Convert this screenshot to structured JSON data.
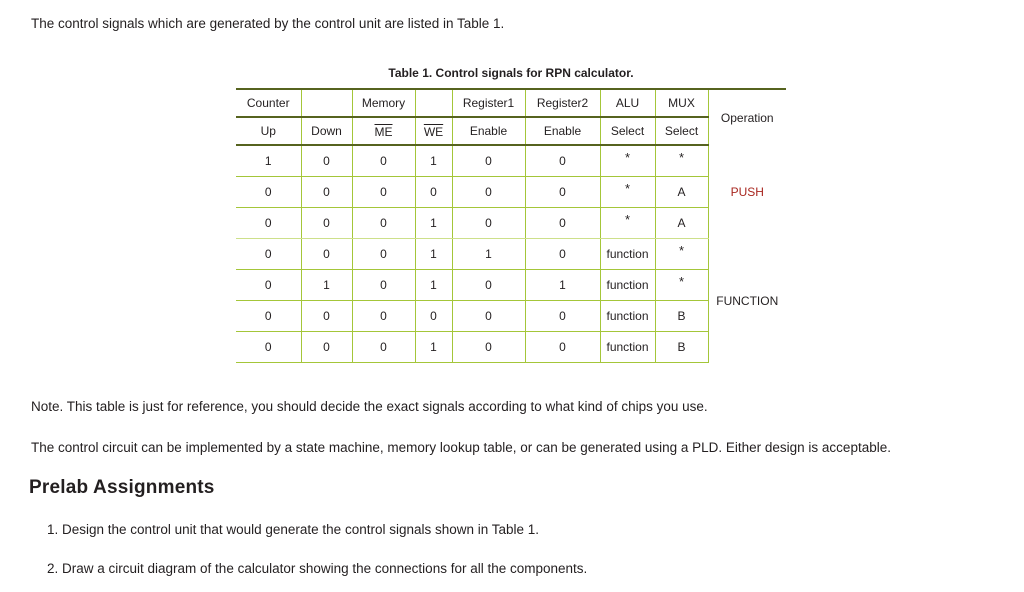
{
  "document": {
    "intro_paragraph": "The control signals which are generated by the control unit are listed in Table 1.",
    "note_paragraph": "Note. This table is just for reference, you should decide the exact signals according to what kind of chips you use.",
    "circuit_paragraph": "The control circuit can be implemented by a state machine, memory lookup table, or can be generated using a PLD. Either design is acceptable.",
    "section": {
      "number": ".",
      "title": "Prelab Assignments"
    },
    "tasks": [
      "1. Design the control unit that would generate the control signals shown in Table 1.",
      "2. Draw a circuit diagram of the calculator showing the connections for all the components."
    ]
  },
  "table": {
    "caption": "Table 1. Control signals for RPN calculator.",
    "header_groups": {
      "counter": "Counter",
      "counter_blank": "",
      "memory": "Memory",
      "memory_blank": "",
      "register1": "Register1",
      "register2": "Register2",
      "alu": "ALU",
      "mux": "MUX",
      "operation": "Operation"
    },
    "header_signals": {
      "up": "Up",
      "down": "Down",
      "me": "ME",
      "we": "WE",
      "reg1_enable": "Enable",
      "reg2_enable": "Enable",
      "alu_select": "Select",
      "mux_select": "Select"
    },
    "rows": [
      {
        "up": "1",
        "down": "0",
        "me": "0",
        "we": "1",
        "reg1": "0",
        "reg2": "0",
        "alu": "*",
        "mux": "*"
      },
      {
        "up": "0",
        "down": "0",
        "me": "0",
        "we": "0",
        "reg1": "0",
        "reg2": "0",
        "alu": "*",
        "mux": "A"
      },
      {
        "up": "0",
        "down": "0",
        "me": "0",
        "we": "1",
        "reg1": "0",
        "reg2": "0",
        "alu": "*",
        "mux": "A"
      },
      {
        "up": "0",
        "down": "0",
        "me": "0",
        "we": "1",
        "reg1": "1",
        "reg2": "0",
        "alu": "function",
        "mux": "*"
      },
      {
        "up": "0",
        "down": "1",
        "me": "0",
        "we": "1",
        "reg1": "0",
        "reg2": "1",
        "alu": "function",
        "mux": "*"
      },
      {
        "up": "0",
        "down": "0",
        "me": "0",
        "we": "0",
        "reg1": "0",
        "reg2": "0",
        "alu": "function",
        "mux": "B"
      },
      {
        "up": "0",
        "down": "0",
        "me": "0",
        "we": "1",
        "reg1": "0",
        "reg2": "0",
        "alu": "function",
        "mux": "B"
      }
    ],
    "operations": {
      "push": "PUSH",
      "function": "FUNCTION"
    },
    "colors": {
      "rule_dark": "#56631f",
      "rule_light": "#a4c639",
      "text": "#231f20",
      "highlight_red": "#a8261f"
    }
  }
}
